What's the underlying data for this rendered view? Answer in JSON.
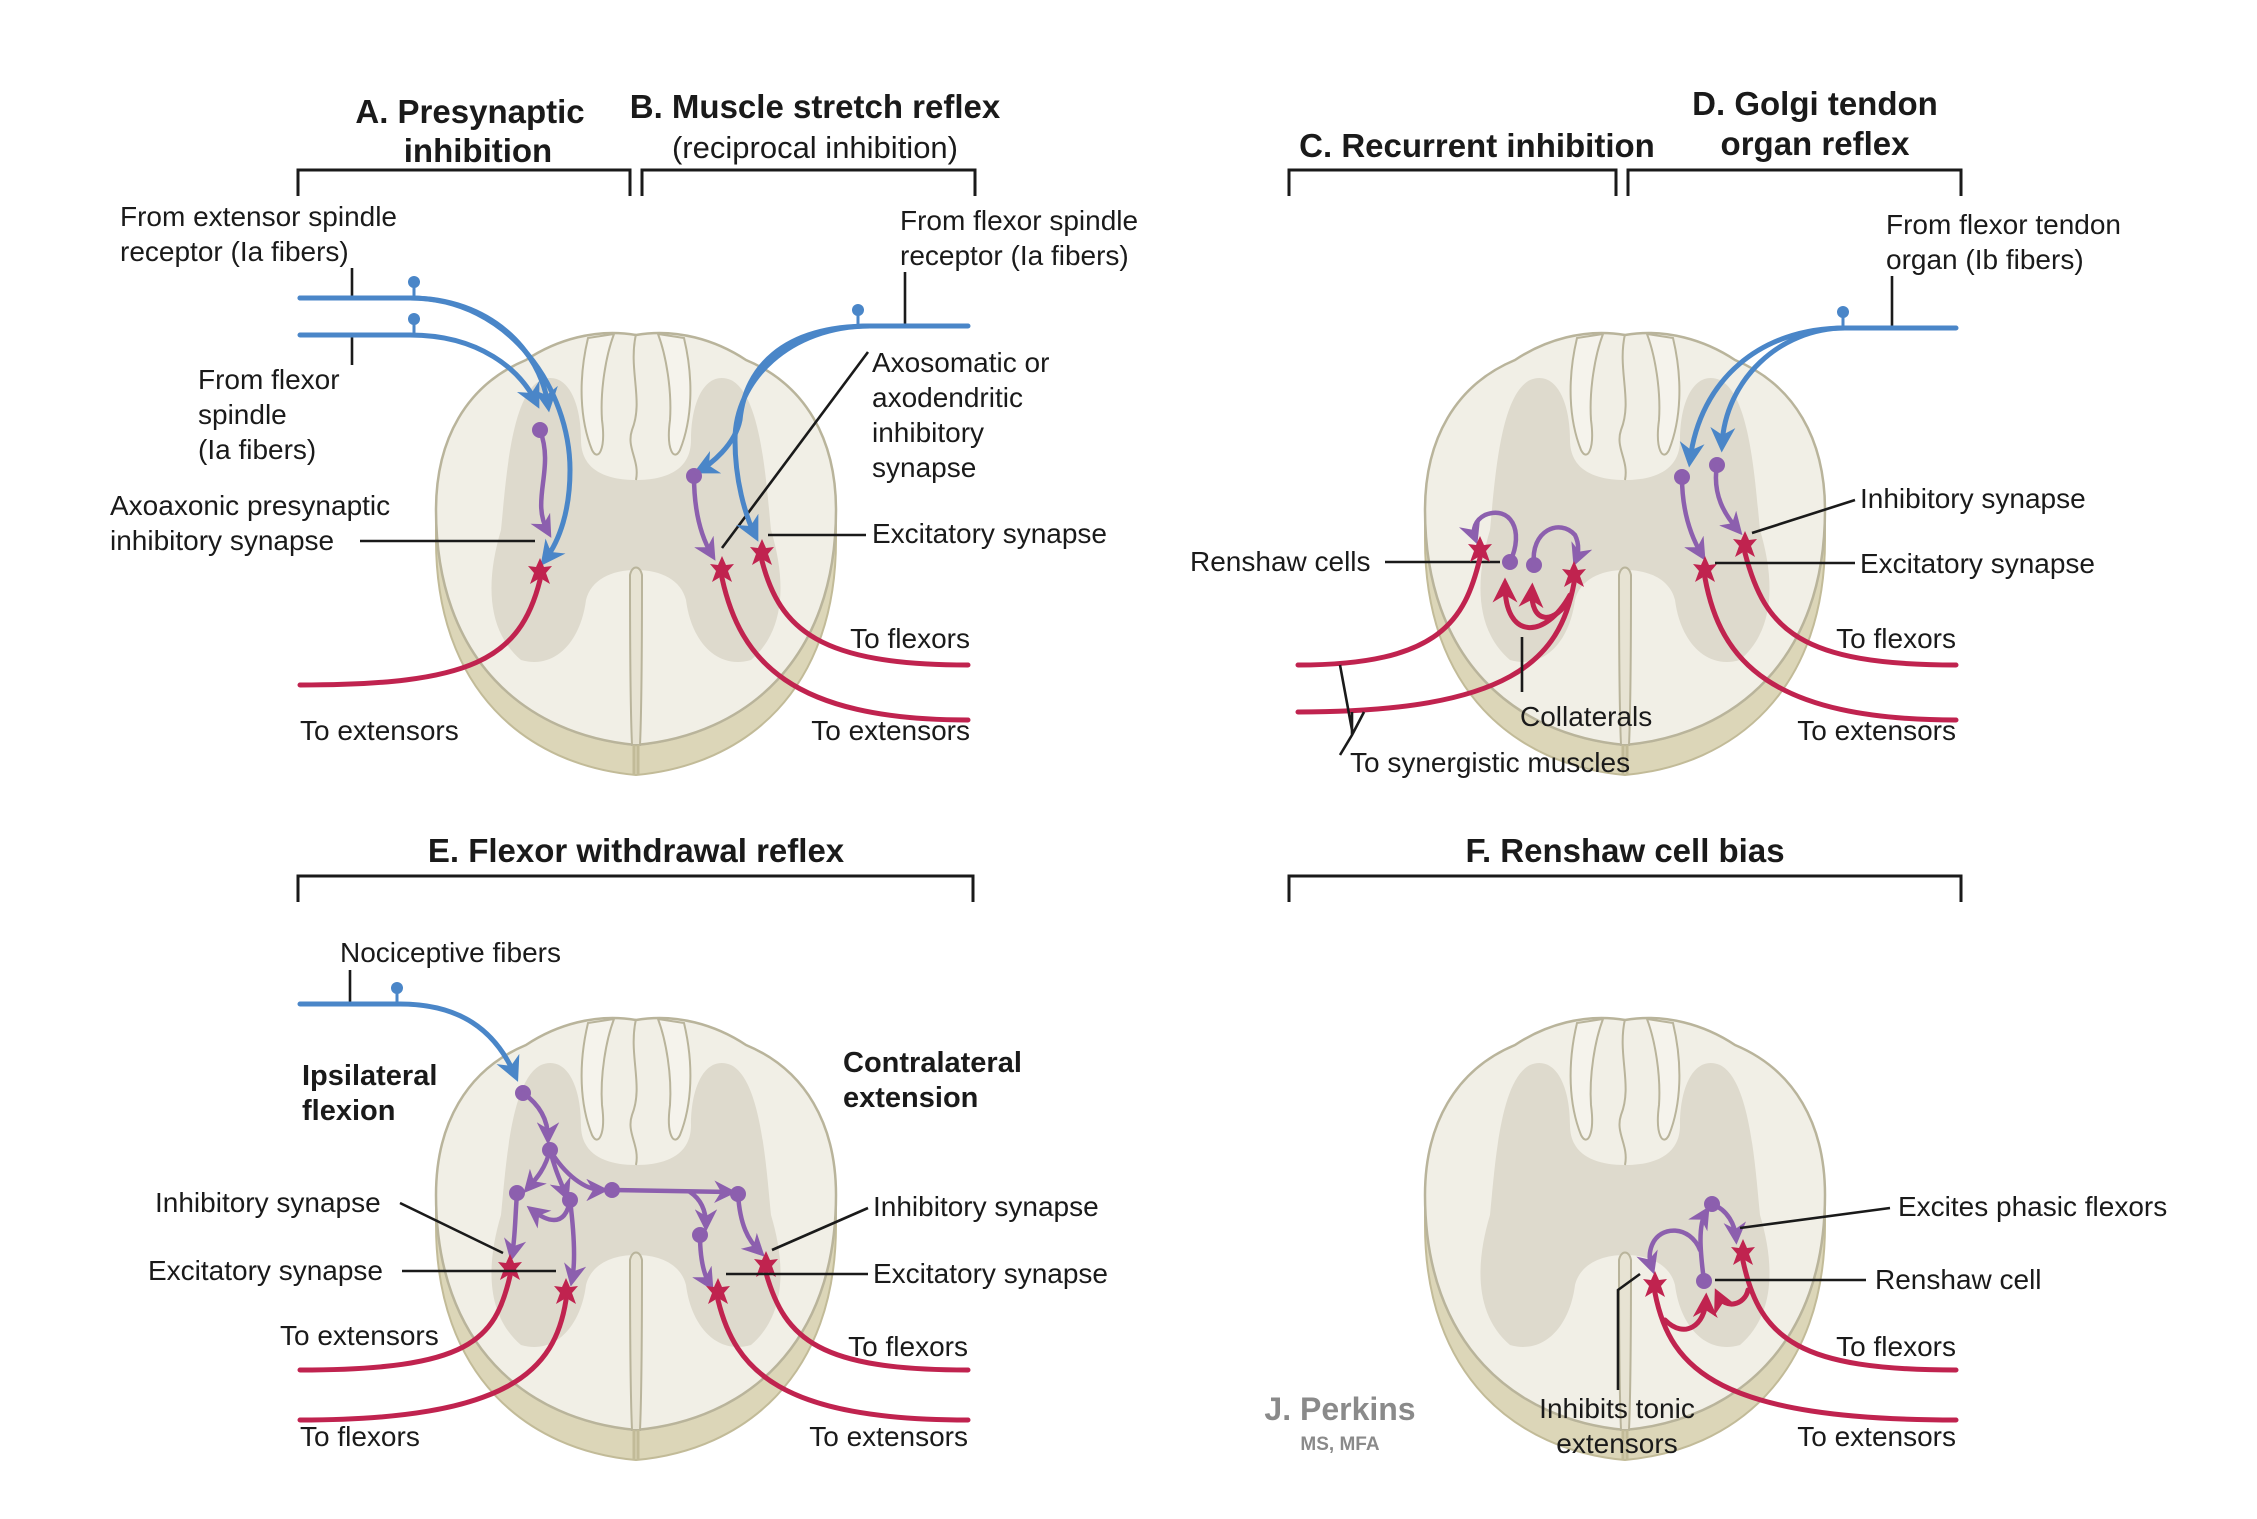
{
  "colors": {
    "afferent": "#4a86c8",
    "interneuron": "#8c5fae",
    "motor": "#c0234f",
    "white_matter": "#f1efe6",
    "gray_matter": "#dedacd",
    "signature": "#8a8a8a"
  },
  "legend_icons": {
    "afferent": "blue-fiber-with-bouton",
    "interneuron": "purple-soma-with-arrow",
    "motor_neuron": "crimson-star-soma"
  },
  "panels": {
    "A": {
      "title_line1": "A. Presynaptic",
      "title_line2": "inhibition",
      "labels": {
        "from_extensor_1": "From extensor spindle",
        "from_extensor_2": "receptor (Ia fibers)",
        "from_flexor_1": "From flexor",
        "from_flexor_2": "spindle",
        "from_flexor_3": "(Ia fibers)",
        "axoaxonic_1": "Axoaxonic presynaptic",
        "axoaxonic_2": "inhibitory synapse",
        "to_extensors": "To extensors"
      }
    },
    "B": {
      "title_line1": "B. Muscle stretch reflex",
      "title_line2": "(reciprocal inhibition)",
      "labels": {
        "from_flexor_1": "From flexor spindle",
        "from_flexor_2": "receptor (Ia fibers)",
        "axosomatic_1": "Axosomatic or",
        "axosomatic_2": "axodendritic",
        "axosomatic_3": "inhibitory",
        "axosomatic_4": "synapse",
        "excitatory": "Excitatory synapse",
        "to_flexors": "To flexors",
        "to_extensors": "To extensors"
      }
    },
    "C": {
      "title": "C. Recurrent inhibition",
      "labels": {
        "renshaw": "Renshaw cells",
        "collaterals": "Collaterals",
        "synergistic": "To synergistic muscles"
      }
    },
    "D": {
      "title_line1": "D. Golgi tendon",
      "title_line2": "organ reflex",
      "labels": {
        "from_tendon_1": "From flexor tendon",
        "from_tendon_2": "organ (Ib fibers)",
        "inhibitory": "Inhibitory synapse",
        "excitatory": "Excitatory synapse",
        "to_flexors": "To flexors",
        "to_extensors": "To extensors"
      }
    },
    "E": {
      "title": "E. Flexor withdrawal reflex",
      "labels": {
        "nociceptive": "Nociceptive fibers",
        "ipsilateral_1": "Ipsilateral",
        "ipsilateral_2": "flexion",
        "contralateral_1": "Contralateral",
        "contralateral_2": "extension",
        "inhibitory_left": "Inhibitory synapse",
        "excitatory_left": "Excitatory synapse",
        "inhibitory_right": "Inhibitory synapse",
        "excitatory_right": "Excitatory synapse",
        "to_extensors_left": "To extensors",
        "to_flexors_left": "To flexors",
        "to_flexors_right": "To flexors",
        "to_extensors_right": "To extensors"
      }
    },
    "F": {
      "title": "F. Renshaw cell bias",
      "labels": {
        "excites": "Excites phasic flexors",
        "renshaw": "Renshaw cell",
        "inhibits_1": "Inhibits tonic",
        "inhibits_2": "extensors",
        "to_flexors": "To flexors",
        "to_extensors": "To extensors"
      }
    }
  },
  "signature": {
    "name": "J. Perkins",
    "credentials": "MS, MFA"
  }
}
